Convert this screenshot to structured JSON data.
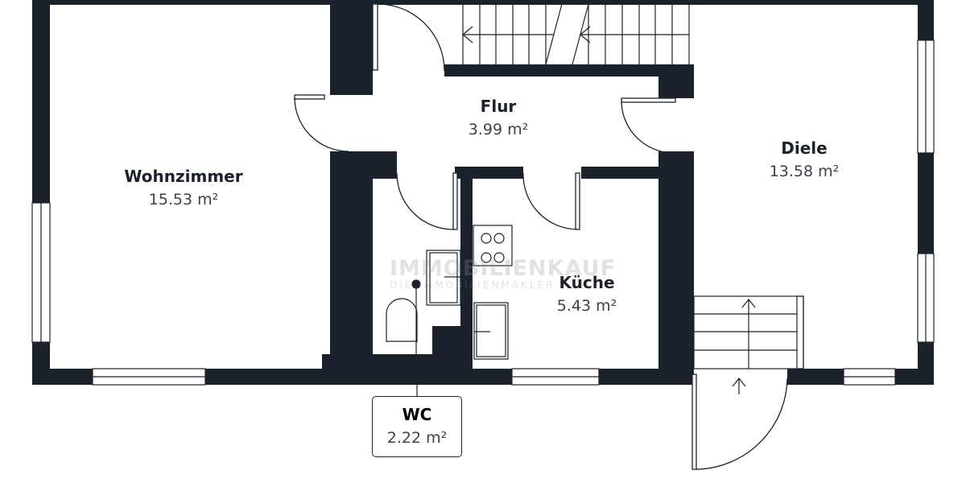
{
  "colors": {
    "wall": "#1b222c",
    "background": "#ffffff"
  },
  "rooms": [
    {
      "name": "Wohnzimmer",
      "area": "15.53 m²"
    },
    {
      "name": "Flur",
      "area": "3.99 m²"
    },
    {
      "name": "Diele",
      "area": "13.58 m²"
    },
    {
      "name": "Küche",
      "area": "5.43 m²"
    },
    {
      "name": "WC",
      "area": "2.22 m²"
    }
  ],
  "watermark": {
    "brand": "IMMOBILIENKAUF",
    "tagline": "DIE IMMOBILIENMAKLER"
  }
}
